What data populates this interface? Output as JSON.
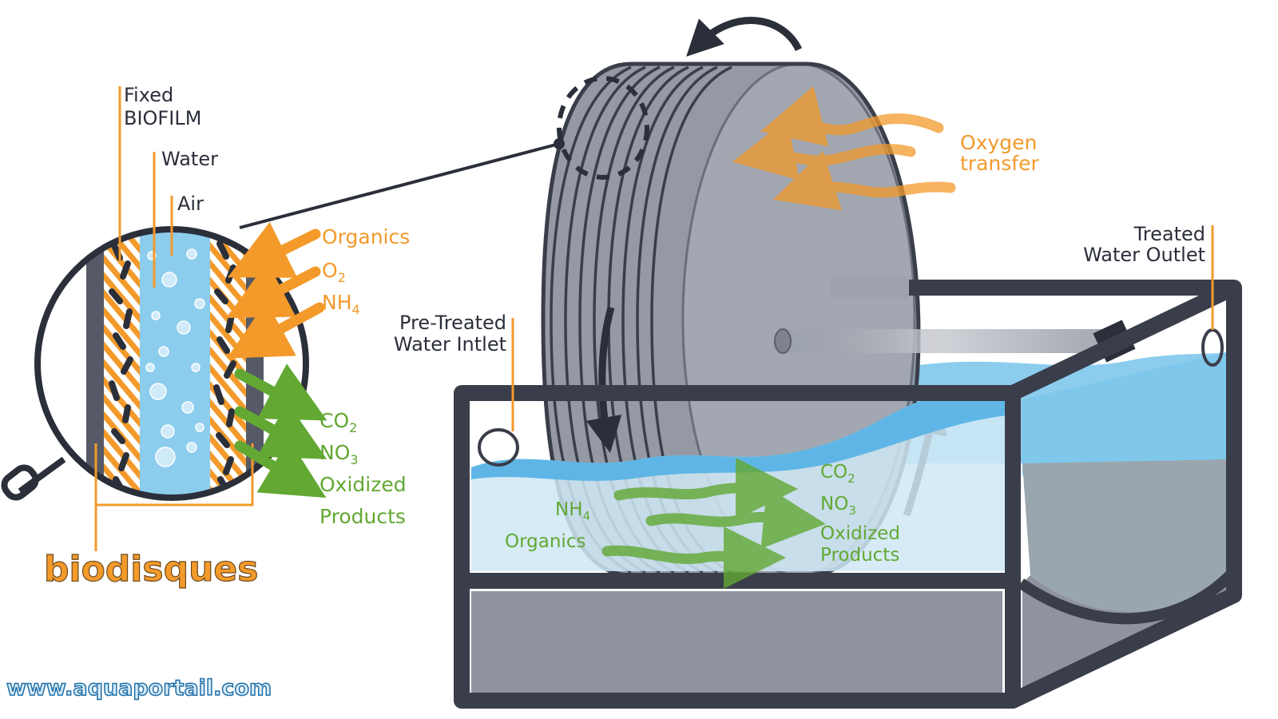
{
  "labels": {
    "fixed": "Fixed",
    "biofilm": "BIOFILM",
    "water": "Water",
    "air": "Air",
    "organics": "Organics",
    "o2_main": "O",
    "o2_sub": "2",
    "nh4_main": "NH",
    "nh4_sub": "4",
    "co2_main": "CO",
    "co2_sub": "2",
    "no3_main": "NO",
    "no3_sub": "3",
    "oxidized": "Oxidized",
    "products": "Products",
    "oxygen": "Oxygen",
    "transfer": "transfer",
    "treated": "Treated",
    "water_outlet": "Water Outlet",
    "pre_treated": "Pre-Treated",
    "water_intlet": "Water Intlet",
    "tank_nh4_main": "NH",
    "tank_nh4_sub": "4",
    "tank_organics": "Organics",
    "tank_co2_main": "CO",
    "tank_co2_sub": "2",
    "tank_no3_main": "NO",
    "tank_no3_sub": "3",
    "tank_oxidized": "Oxidized",
    "tank_products": "Products"
  },
  "brand": "biodisques",
  "url": "www.aquaportail.com",
  "colors": {
    "orange": "#f39a2b",
    "green": "#62a833",
    "dark": "#2b2f3a",
    "water_blue": "#7fc8ec",
    "disc_grey": "#8e939f",
    "frame": "#3a3e4a"
  }
}
